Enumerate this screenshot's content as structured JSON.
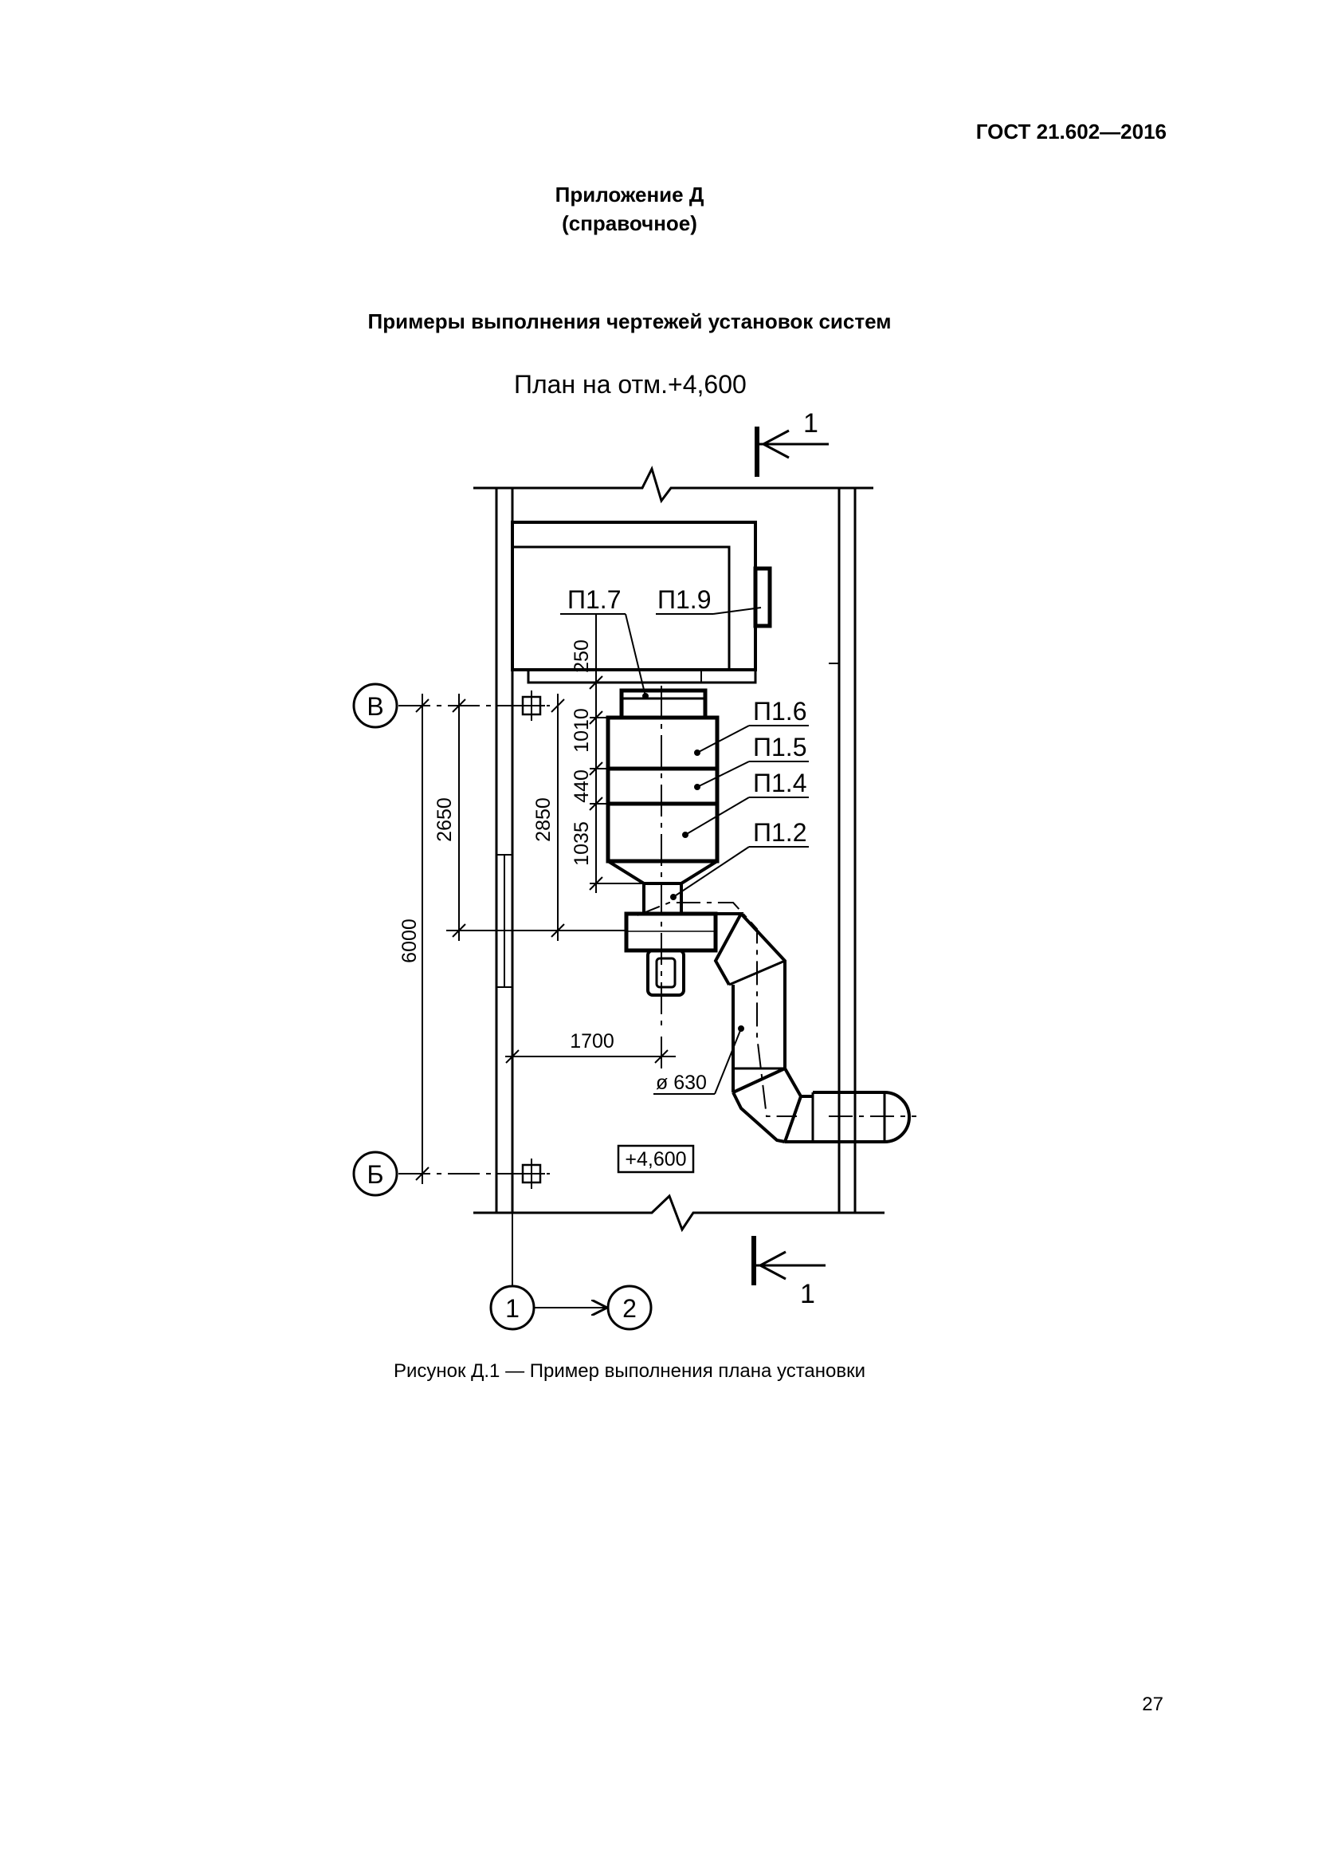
{
  "header": {
    "standard": "ГОСТ 21.602—2016"
  },
  "appendix": {
    "title": "Приложение Д",
    "type": "(справочное)"
  },
  "section": {
    "heading": "Примеры выполнения чертежей установок систем"
  },
  "figure": {
    "plan_title": "План на отм.+4,600",
    "caption": "Рисунок Д.1 — Пример выполнения плана установки",
    "section_marks": {
      "top": "1",
      "bottom": "1"
    },
    "axes": {
      "v_top": "В",
      "v_bottom": "Б",
      "h_left": "1",
      "h_right": "2"
    },
    "positions": {
      "p17": "П1.7",
      "p19": "П1.9",
      "p16": "П1.6",
      "p15": "П1.5",
      "p14": "П1.4",
      "p12": "П1.2"
    },
    "dimensions": {
      "d250": "250",
      "d1010": "1010",
      "d440": "440",
      "d1035": "1035",
      "d2650": "2650",
      "d2850": "2850",
      "d6000": "6000",
      "d1700": "1700",
      "diam": "ø 630"
    },
    "elevation": "+4,600"
  },
  "footer": {
    "page_number": "27"
  }
}
